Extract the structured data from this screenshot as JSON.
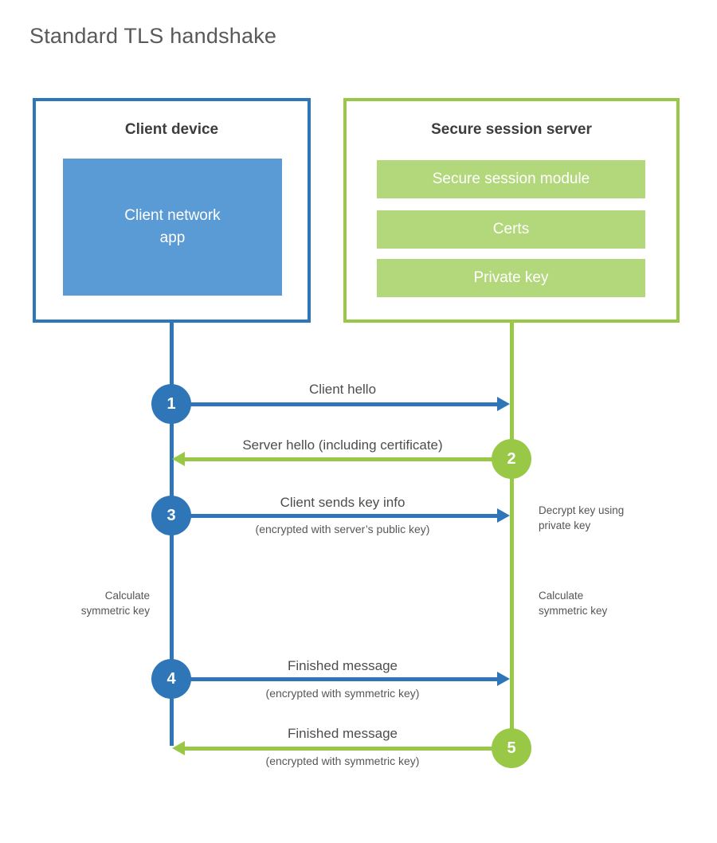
{
  "title": "Standard TLS handshake",
  "colors": {
    "blue": "#2e76b8",
    "blue_light": "#5b9bd5",
    "green": "#98c845",
    "green_light": "#b3d87c",
    "heading_gray": "#595959",
    "text_dark": "#3d3d3d",
    "text_gray": "#555555"
  },
  "client_box": {
    "title": "Client device",
    "app_label": "Client network\napp"
  },
  "server_box": {
    "title": "Secure session server",
    "modules": [
      "Secure session module",
      "Certs",
      "Private key"
    ]
  },
  "steps": [
    {
      "num": "1",
      "label": "Client hello",
      "sub": "",
      "direction": "client-to-server"
    },
    {
      "num": "2",
      "label": "Server hello (including certificate)",
      "sub": "",
      "direction": "server-to-client"
    },
    {
      "num": "3",
      "label": "Client sends key info",
      "sub": "(encrypted with server’s public key)",
      "direction": "client-to-server"
    },
    {
      "num": "4",
      "label": "Finished message",
      "sub": "(encrypted with symmetric key)",
      "direction": "client-to-server"
    },
    {
      "num": "5",
      "label": "Finished message",
      "sub": "(encrypted with symmetric key)",
      "direction": "server-to-client"
    }
  ],
  "side_notes": {
    "decrypt": "Decrypt key using\nprivate key",
    "calc_client": "Calculate\nsymmetric key",
    "calc_server": "Calculate\nsymmetric key"
  }
}
